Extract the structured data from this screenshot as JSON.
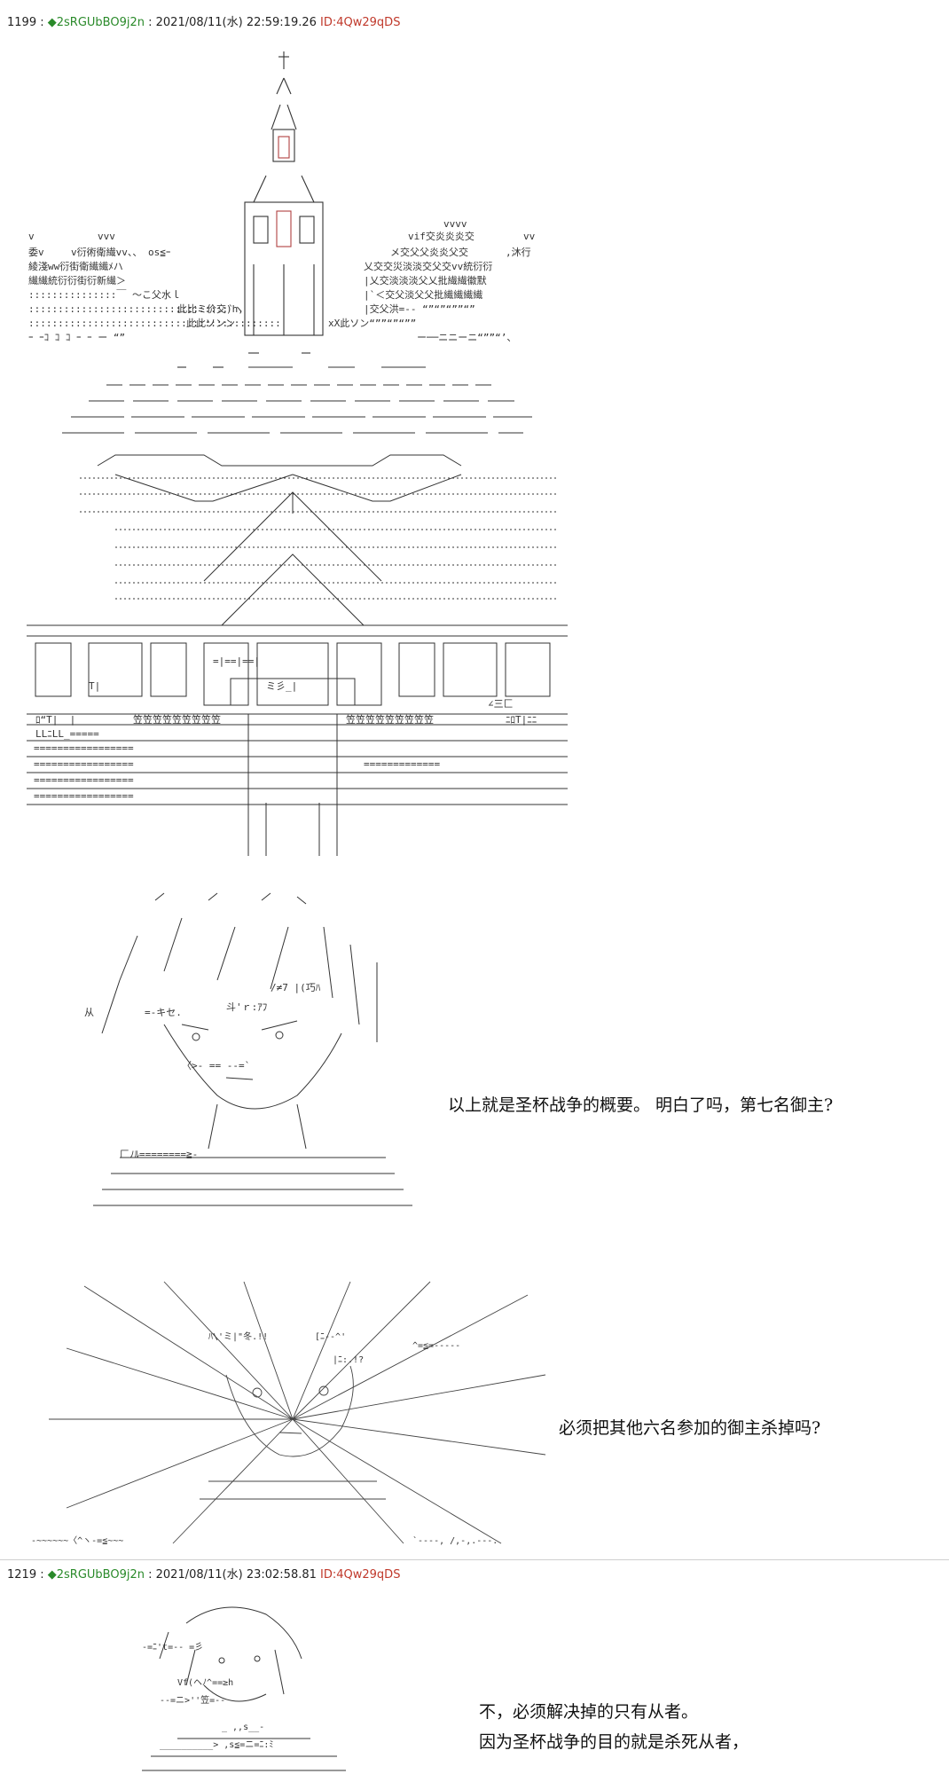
{
  "posts": [
    {
      "number": "1199",
      "separator": " : ",
      "trip": "◆2sRGUbBO9j2n",
      "date": " : 2021/08/11(水) 22:59:19.26 ",
      "id": "ID:4Qw29qDS",
      "lines": [
        "以上就是圣杯战争的概要。 明白了吗，第七名御主?",
        "必须把其他六名参加的御主杀掉吗?"
      ]
    },
    {
      "number": "1219",
      "separator": " : ",
      "trip": "◆2sRGUbBO9j2n",
      "date": " : 2021/08/11(水) 23:02:58.81 ",
      "id": "ID:4Qw29qDS",
      "lines": [
        "不，必须解决掉的只有从者。",
        "因为圣杯战争的目的就是杀死从者，"
      ]
    }
  ],
  "art": {
    "city_church": "city-church-ascii-art",
    "water_reflection": "water-reflection-ascii-art",
    "mansion": "mansion-ascii-art",
    "character_face": "character-face-ascii-art",
    "character_shocked": "character-shocked-ascii-art",
    "character_small": "character-small-ascii-art"
  },
  "colors": {
    "trip": "#2a8a2a",
    "id": "#c0392b",
    "divider": "#cfcfcf"
  }
}
